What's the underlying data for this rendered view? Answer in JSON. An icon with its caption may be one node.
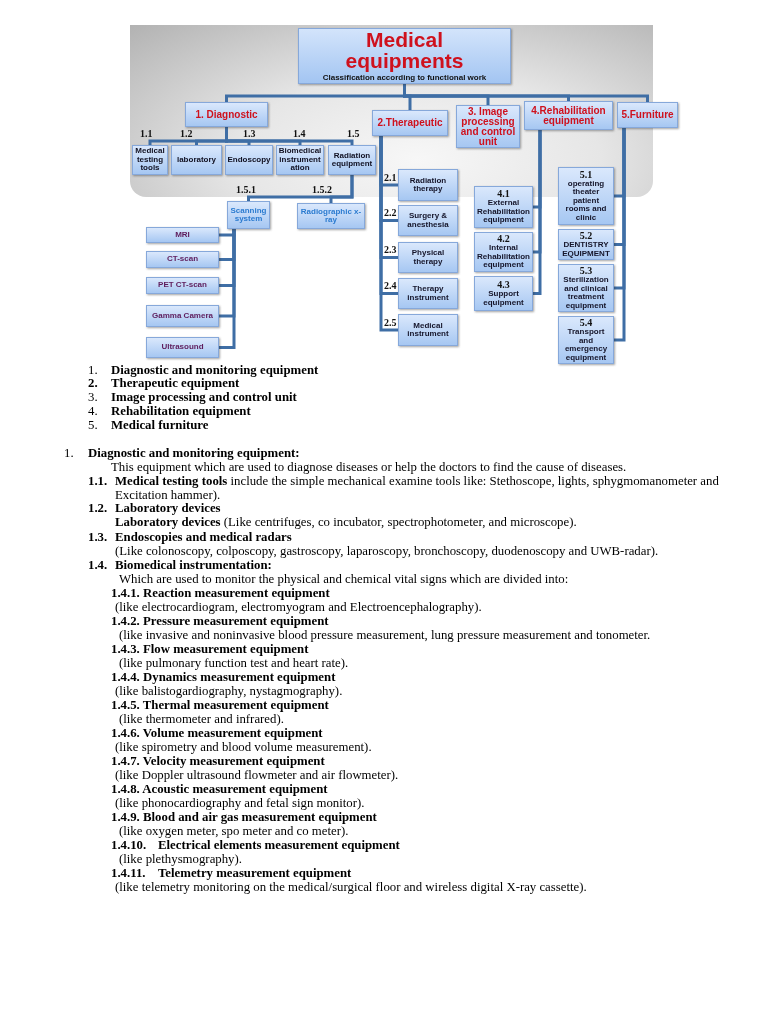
{
  "diagram": {
    "nodes": [
      {
        "text": [
          "Medical equipments",
          "Classification according to functional work"
        ]
      },
      {
        "text": [
          "1. Diagnostic"
        ]
      },
      {
        "text": [
          "2.Therapeutic"
        ]
      },
      {
        "text": [
          "3. Image processing and control unit"
        ]
      },
      {
        "text": [
          "4.Rehabilitation equipment"
        ]
      },
      {
        "text": [
          "5.Furniture"
        ]
      },
      {
        "text": [
          "Medical testing tools"
        ],
        "beside": [
          "1.1"
        ]
      },
      {
        "text": [
          "laboratory"
        ],
        "beside": [
          "1.2"
        ]
      },
      {
        "text": [
          "Endoscopy"
        ],
        "beside": [
          "1.3"
        ]
      },
      {
        "text": [
          "Biomedical instrument ation"
        ],
        "beside": [
          "1.4"
        ]
      },
      {
        "text": [
          "Radiation equipment"
        ],
        "beside": [
          "1.5"
        ]
      },
      {
        "text": [
          "Scanning system"
        ],
        "beside": [
          "1.5.1"
        ]
      },
      {
        "text": [
          "Radiographic x-ray"
        ],
        "beside": [
          "1.5.2"
        ]
      },
      {
        "text": [
          "MRI"
        ]
      },
      {
        "text": [
          "CT-scan"
        ]
      },
      {
        "text": [
          "PET CT-scan"
        ]
      },
      {
        "text": [
          "Gamma Camera"
        ]
      },
      {
        "text": [
          "Ultrasound"
        ]
      },
      {
        "text": [
          "Radiation therapy"
        ],
        "beside": [
          "2.1"
        ]
      },
      {
        "text": [
          "Surgery & anesthesia"
        ],
        "beside": [
          "2.2"
        ]
      },
      {
        "text": [
          "Physical therapy"
        ],
        "beside": [
          "2.3"
        ]
      },
      {
        "text": [
          "Therapy instrument"
        ],
        "beside": [
          "2.4"
        ]
      },
      {
        "text": [
          "Medical instrument"
        ],
        "beside": [
          "2.5"
        ]
      },
      {
        "text": [
          "4.1",
          "External Rehabilitation equipment"
        ]
      },
      {
        "text": [
          "4.2",
          "Internal Rehabilitation equipment"
        ]
      },
      {
        "text": [
          "4.3",
          "Support equipment"
        ]
      },
      {
        "text": [
          "5.1",
          "operating theater patient rooms and clinic"
        ]
      },
      {
        "text": [
          "5.2",
          "DENTISTRY EQUIPMENT"
        ]
      },
      {
        "text": [
          "5.3",
          "Sterilization and clinical treatment equipment"
        ]
      },
      {
        "text": [
          "5.4",
          "Transport and emergency equipment"
        ]
      }
    ],
    "edges": [
      {
        "from": 0,
        "to": 1,
        "arrow": "none"
      },
      {
        "from": 0,
        "to": 2,
        "arrow": "none"
      },
      {
        "from": 0,
        "to": 3,
        "arrow": "none"
      },
      {
        "from": 0,
        "to": 4,
        "arrow": "none"
      },
      {
        "from": 0,
        "to": 5,
        "arrow": "none"
      },
      {
        "from": 1,
        "to": 6,
        "arrow": "none"
      },
      {
        "from": 1,
        "to": 7,
        "arrow": "none"
      },
      {
        "from": 1,
        "to": 8,
        "arrow": "none"
      },
      {
        "from": 1,
        "to": 9,
        "arrow": "none"
      },
      {
        "from": 1,
        "to": 10,
        "arrow": "none"
      },
      {
        "from": 10,
        "to": 11,
        "arrow": "none"
      },
      {
        "from": 10,
        "to": 12,
        "arrow": "none"
      },
      {
        "from": 11,
        "to": 13,
        "arrow": "none"
      },
      {
        "from": 11,
        "to": 14,
        "arrow": "none"
      },
      {
        "from": 11,
        "to": 15,
        "arrow": "none"
      },
      {
        "from": 11,
        "to": 16,
        "arrow": "none"
      },
      {
        "from": 11,
        "to": 17,
        "arrow": "none"
      },
      {
        "from": 2,
        "to": 18,
        "arrow": "none"
      },
      {
        "from": 2,
        "to": 19,
        "arrow": "none"
      },
      {
        "from": 2,
        "to": 20,
        "arrow": "none"
      },
      {
        "from": 2,
        "to": 21,
        "arrow": "none"
      },
      {
        "from": 2,
        "to": 22,
        "arrow": "none"
      },
      {
        "from": 4,
        "to": 23,
        "arrow": "none"
      },
      {
        "from": 4,
        "to": 24,
        "arrow": "none"
      },
      {
        "from": 4,
        "to": 25,
        "arrow": "none"
      },
      {
        "from": 5,
        "to": 26,
        "arrow": "none"
      },
      {
        "from": 5,
        "to": 27,
        "arrow": "none"
      },
      {
        "from": 5,
        "to": 28,
        "arrow": "none"
      },
      {
        "from": 5,
        "to": 29,
        "arrow": "none"
      }
    ],
    "labels": [
      "1.",
      "Diagnostic and monitoring equipment",
      "2.",
      "Therapeutic equipment",
      "3.",
      "Image processing and control unit",
      "4.",
      "Rehabilitation equipment",
      "5.",
      "Medical furniture",
      "1.",
      "Diagnostic and monitoring equipment:",
      "This equipment which are used to diagnose diseases or help the doctors to find the cause of diseases.",
      "1.1.",
      "**Medical testing tools** include the simple mechanical examine tools like: Stethoscope, lights, sphygmomanometer and Excitation hammer).",
      "1.2.",
      "Laboratory devices",
      "**Laboratory devices** (Like centrifuges, co incubator, spectrophotometer, and microscope).",
      "1.3.",
      "Endoscopies and medical radars",
      "(Like colonoscopy, colposcopy, gastroscopy, laparoscopy, bronchoscopy, duodenoscopy and UWB-radar).",
      "1.4.",
      "Biomedical instrumentation:",
      "Which are used to monitor the physical and chemical vital signs which are divided into:",
      "1.4.1. Reaction measurement equipment",
      "(like electrocardiogram, electromyogram and Electroencephalography).",
      "1.4.2. Pressure measurement equipment",
      "(like invasive and noninvasive blood pressure measurement, lung pressure measurement and tonometer.",
      "1.4.3. Flow measurement equipment",
      "(like pulmonary function test and heart rate).",
      "1.4.4. Dynamics measurement equipment",
      "(like balistogardiography, nystagmography).",
      "1.4.5. Thermal measurement equipment",
      "(like thermometer and infrared).",
      "1.4.6. Volume measurement equipment",
      "(like spirometry and blood volume measurement).",
      "1.4.7. Velocity measurement equipment",
      "(like Doppler ultrasound flowmeter and air flowmeter).",
      "1.4.8. Acoustic measurement equipment",
      "(like phonocardiography and fetal sign monitor).",
      "1.4.9. Blood and air gas measurement equipment",
      "(like oxygen meter, spo meter and co meter).",
      "1.4.10.",
      "Electrical elements measurement equipment",
      "(like plethysmography).",
      "1.4.11.",
      "Telemetry measurement equipment",
      "(like telemetry monitoring on the medical/surgical floor and wireless digital X-ray cassette)."
    ]
  }
}
